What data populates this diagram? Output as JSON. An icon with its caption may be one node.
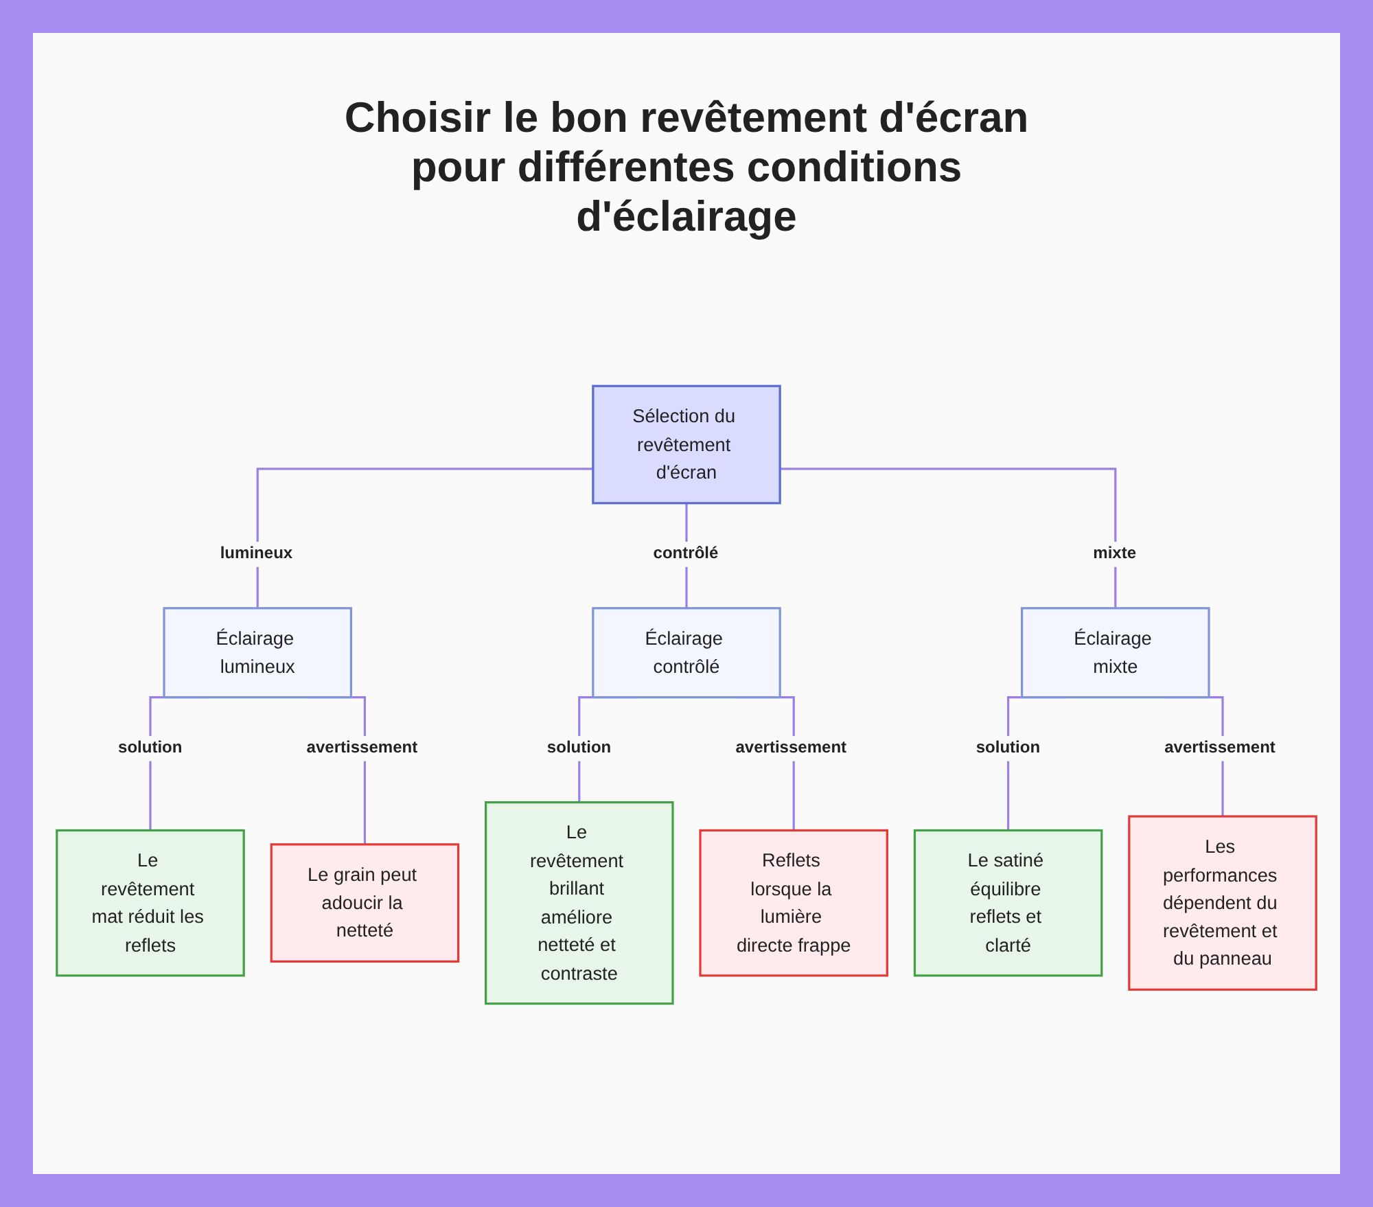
{
  "diagram": {
    "title": "Choisir le bon revêtement d'écran pour différentes conditions d'éclairage",
    "nodes": [
      {
        "text": [
          "Sélection du revêtement d'écran"
        ]
      },
      {
        "text": [
          "Éclairage lumineux"
        ]
      },
      {
        "text": [
          "Éclairage contrôlé"
        ]
      },
      {
        "text": [
          "Éclairage mixte"
        ]
      },
      {
        "text": [
          "Le revêtement mat réduit les reflets"
        ]
      },
      {
        "text": [
          "Le grain peut adoucir la netteté"
        ]
      },
      {
        "text": [
          "Le revêtement brillant améliore netteté et contraste"
        ]
      },
      {
        "text": [
          "Reflets lorsque la lumière directe frappe"
        ]
      },
      {
        "text": [
          "Le satiné équilibre reflets et clarté"
        ]
      },
      {
        "text": [
          "Les performances dépendent du revêtement et du panneau"
        ]
      }
    ],
    "edges": [
      {
        "from": 0,
        "to": 1,
        "arrow": "none",
        "label": "lumineux"
      },
      {
        "from": 0,
        "to": 2,
        "arrow": "none",
        "label": "contrôlé"
      },
      {
        "from": 0,
        "to": 3,
        "arrow": "none",
        "label": "mixte"
      },
      {
        "from": 1,
        "to": 4,
        "arrow": "none",
        "label": "solution"
      },
      {
        "from": 1,
        "to": 5,
        "arrow": "none",
        "label": "avertissement"
      },
      {
        "from": 2,
        "to": 6,
        "arrow": "none",
        "label": "solution"
      },
      {
        "from": 2,
        "to": 7,
        "arrow": "none",
        "label": "avertissement"
      },
      {
        "from": 3,
        "to": 8,
        "arrow": "none",
        "label": "solution"
      },
      {
        "from": 3,
        "to": 9,
        "arrow": "none",
        "label": "avertissement"
      }
    ]
  }
}
